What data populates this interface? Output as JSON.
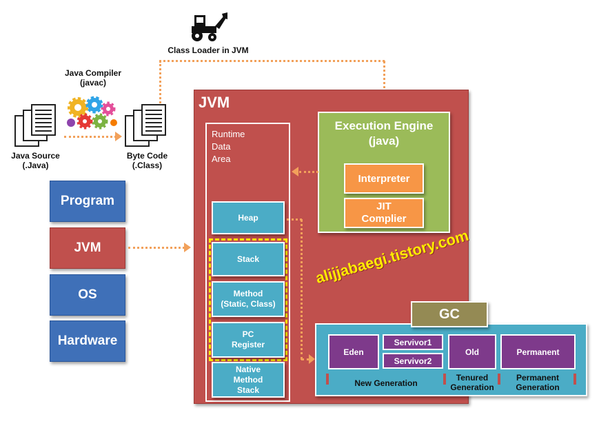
{
  "class_loader": {
    "label": "Class Loader in JVM",
    "icon": "tractor-icon"
  },
  "compiler": {
    "label": "Java Compiler\n(javac)",
    "icon": "gears-icon"
  },
  "java_source": {
    "label": "Java Source\n(.Java)",
    "icon": "documents-icon"
  },
  "byte_code": {
    "label": "Byte Code\n(.Class)",
    "icon": "documents-icon"
  },
  "layers": [
    "Program",
    "JVM",
    "OS",
    "Hardware"
  ],
  "jvm": {
    "title": "JVM",
    "runtime_data_area": "Runtime\nData\nArea",
    "areas": [
      "Heap",
      "Stack",
      "Method\n(Static, Class)",
      "PC\nRegister",
      "Native\nMethod\nStack"
    ]
  },
  "execution_engine": {
    "title": "Execution Engine\n(java)",
    "interpreter": "Interpreter",
    "jit": "JIT\nComplier"
  },
  "watermark": "alijjabaegi.tistory.com",
  "gc": {
    "title": "GC",
    "eden": "Eden",
    "survivor1": "Servivor1",
    "survivor2": "Servivor2",
    "old": "Old",
    "permanent": "Permanent",
    "new_generation": "New Generation",
    "tenured_generation": "Tenured\nGeneration",
    "permanent_generation": "Permanent\nGeneration"
  },
  "colors": {
    "jvm_red": "#c0504d",
    "engine_green": "#9bbb59",
    "engine_orange": "#f79646",
    "blue_layer": "#3f70b8",
    "teal": "#4bacc6",
    "purple": "#7e3a8b",
    "olive": "#948a54",
    "arrow_orange": "#f2a15b",
    "highlight_yellow": "#ffeb00"
  }
}
